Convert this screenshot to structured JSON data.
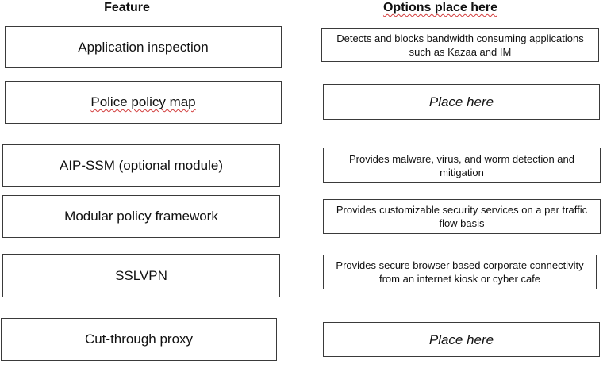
{
  "headers": {
    "feature": "Feature",
    "options": "Options place here"
  },
  "features": [
    "Application inspection",
    "Police policy map",
    "AIP-SSM (optional module)",
    "Modular policy framework",
    "SSLVPN",
    "Cut-through proxy"
  ],
  "options": [
    "Detects and blocks bandwidth consuming applications such as Kazaa and IM",
    "Place here",
    "Provides malware, virus, and worm detection and mitigation",
    "Provides customizable security services on a per traffic flow basis",
    "Provides secure browser based corporate connectivity from an internet kiosk or cyber cafe",
    "Place here"
  ],
  "colors": {
    "border": "#3a3a3a",
    "text": "#111111",
    "spellcheck_underline": "#d23b3b"
  }
}
